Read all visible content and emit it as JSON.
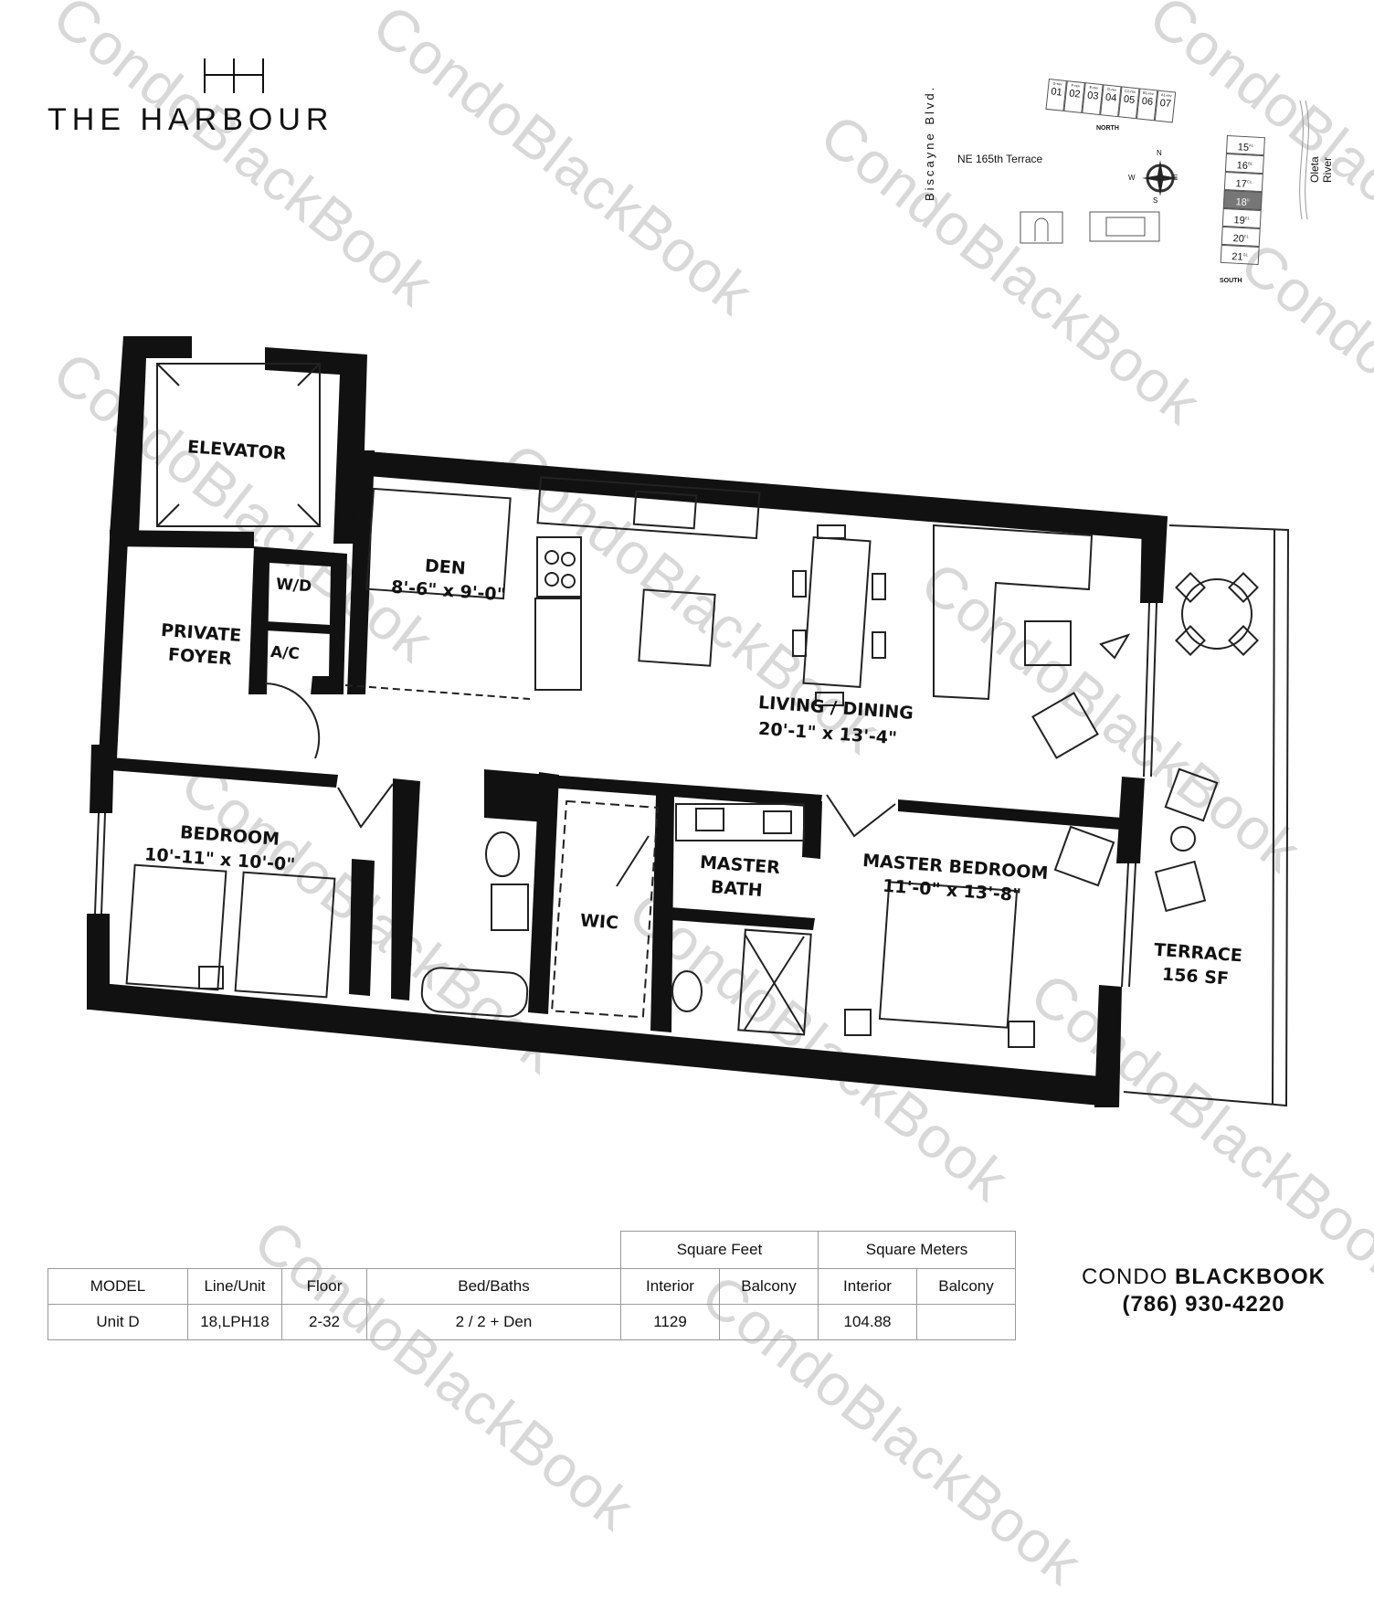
{
  "logo": {
    "mark": "HH",
    "name": "THE HARBOUR"
  },
  "watermark": "CondoBlackBook",
  "site_map": {
    "street_west": "Biscayne Blvd.",
    "street_north": "NE 165th Terrace",
    "river": "Oleta River",
    "north_label": "NORTH",
    "south_label": "SOUTH",
    "compass": {
      "n": "N",
      "s": "S",
      "e": "E",
      "w": "W"
    },
    "north_units": [
      {
        "num": "01",
        "model": "G-rev"
      },
      {
        "num": "02",
        "model": "F-rev"
      },
      {
        "num": "03",
        "model": "E-rev"
      },
      {
        "num": "04",
        "model": "D-rev"
      },
      {
        "num": "05",
        "model": "C2-rev"
      },
      {
        "num": "06",
        "model": "B1-rev"
      },
      {
        "num": "07",
        "model": "A1-rev"
      }
    ],
    "south_units": [
      {
        "num": "15",
        "model": "A1"
      },
      {
        "num": "16",
        "model": "B1"
      },
      {
        "num": "17",
        "model": "C1"
      },
      {
        "num": "18",
        "model": "D",
        "highlighted": true
      },
      {
        "num": "19",
        "model": "E1"
      },
      {
        "num": "20",
        "model": "F1"
      },
      {
        "num": "21",
        "model": "G1"
      }
    ],
    "highlight_color": "#777777"
  },
  "rooms": {
    "elevator": "ELEVATOR",
    "den": "DEN",
    "den_size": "8'-6\" x 9'-0\"",
    "wd": "W/D",
    "ac": "A/C",
    "foyer_1": "PRIVATE",
    "foyer_2": "FOYER",
    "living": "LIVING / DINING",
    "living_size": "20'-1\" x 13'-4\"",
    "bedroom": "BEDROOM",
    "bedroom_size": "10'-11\" x 10'-0\"",
    "wic": "WIC",
    "master_bath_1": "MASTER",
    "master_bath_2": "BATH",
    "master_bedroom": "MASTER BEDROOM",
    "master_bedroom_size": "11'-0\" x 13'-8\"",
    "terrace": "TERRACE",
    "terrace_size": "156 SF"
  },
  "spec_table": {
    "group_headers": [
      "Square Feet",
      "Square Meters"
    ],
    "headers": [
      "MODEL",
      "Line/Unit",
      "Floor",
      "Bed/Baths",
      "Interior",
      "Balcony",
      "Interior",
      "Balcony"
    ],
    "row": [
      "Unit D",
      "18,LPH18",
      "2-32",
      "2 / 2 + Den",
      "1129",
      "",
      "104.88",
      ""
    ]
  },
  "brand": {
    "name_light": "CONDO",
    "name_bold": "BLACKBOOK",
    "phone": "(786) 930-4220"
  }
}
